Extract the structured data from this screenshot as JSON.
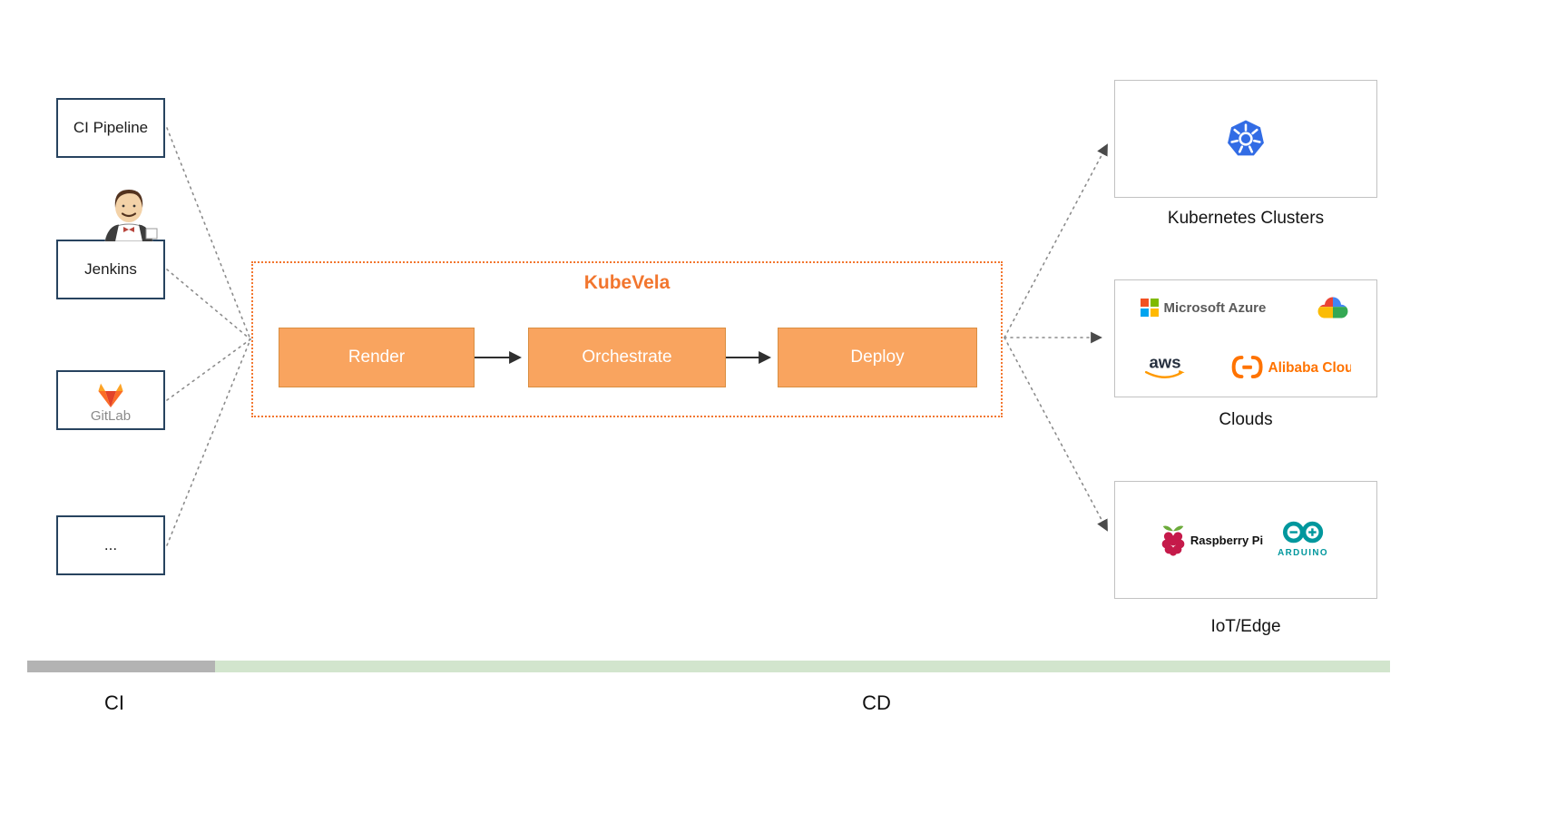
{
  "diagram": {
    "kubevela": {
      "title": "KubeVela",
      "steps": [
        "Render",
        "Orchestrate",
        "Deploy"
      ]
    },
    "sources": [
      {
        "label": "CI Pipeline",
        "icon": "none"
      },
      {
        "label": "Jenkins",
        "icon": "jenkins-mascot-icon"
      },
      {
        "label": "GitLab",
        "icon": "gitlab-tanuki-icon"
      },
      {
        "label": "...",
        "icon": "none"
      }
    ],
    "targets": [
      {
        "label": "Kubernetes Clusters",
        "icons": [
          "kubernetes-logo-icon"
        ]
      },
      {
        "label": "Clouds",
        "icons": [
          "microsoft-azure-logo",
          "google-cloud-logo",
          "aws-logo",
          "alibaba-cloud-logo"
        ]
      },
      {
        "label": "IoT/Edge",
        "icons": [
          "raspberry-pi-logo",
          "arduino-logo"
        ]
      }
    ],
    "logo_text": {
      "azure": "Microsoft Azure",
      "aws": "aws",
      "alibaba": "Alibaba Cloud",
      "raspberry_pi": "Raspberry Pi",
      "arduino": "ARDUINO"
    },
    "footer": {
      "ci": "CI",
      "cd": "CD"
    },
    "colors": {
      "accent_orange": "#f2762e",
      "step_fill": "#f9a45f",
      "step_border": "#d98e41",
      "source_border": "#27435f",
      "target_border": "#c2c2c2",
      "connector_gray": "#8c8c8c",
      "bar_gray": "#b3b3b3",
      "bar_green": "#d2e5cd",
      "kubernetes_blue": "#326ce5",
      "gitlab_orange": "#fc6d26",
      "aws_orange": "#ff9900",
      "alibaba_orange": "#ff7300",
      "arduino_teal": "#00979d",
      "raspberry_red": "#c51a4a"
    }
  }
}
